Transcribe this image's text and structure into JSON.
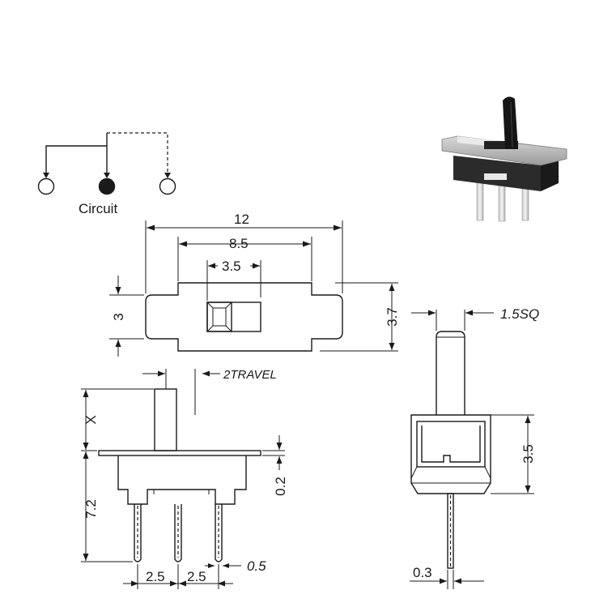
{
  "circuit": {
    "label": "Circuit"
  },
  "dimensions": {
    "width_overall": "12",
    "width_mount": "8.5",
    "slot_width": "3.5",
    "height_left": "3",
    "height_right": "3.7",
    "travel": "2TRAVEL",
    "actuator_height": "X",
    "body_height": "7.2",
    "flange_thickness": "0.2",
    "pitch_left": "2.5",
    "pitch_right": "2.5",
    "pin_width": "0.5",
    "actuator_square": "1.5SQ",
    "side_body_height": "3.5",
    "pin_thickness": "0.3"
  },
  "colors": {
    "line": "#1a1a1a",
    "background": "#ffffff",
    "body_dark": "#2b2b2b",
    "body_metal": "#b8b8b8"
  }
}
